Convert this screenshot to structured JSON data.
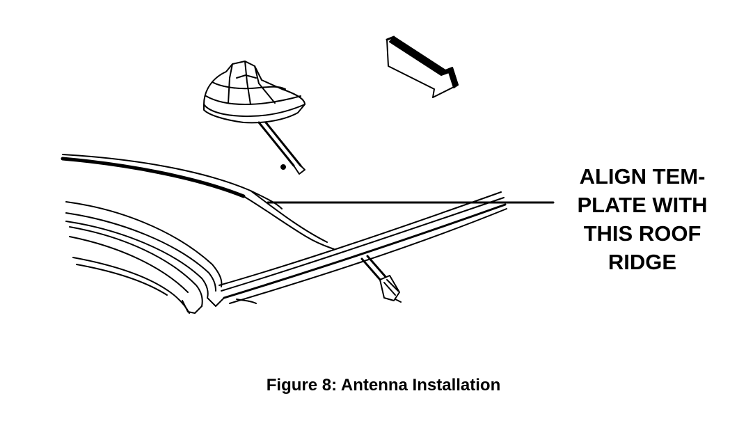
{
  "callout": {
    "lines": [
      "ALIGN TEM-",
      "PLATE WITH",
      "THIS ROOF",
      "RIDGE"
    ]
  },
  "caption": "Figure 8: Antenna Installation",
  "icons": {
    "antenna": "antenna-base-icon",
    "arrow": "direction-arrow-icon",
    "roof": "roof-panel-outline",
    "connector": "cable-connector-icon"
  },
  "colors": {
    "ink": "#000000",
    "paper": "#ffffff"
  }
}
